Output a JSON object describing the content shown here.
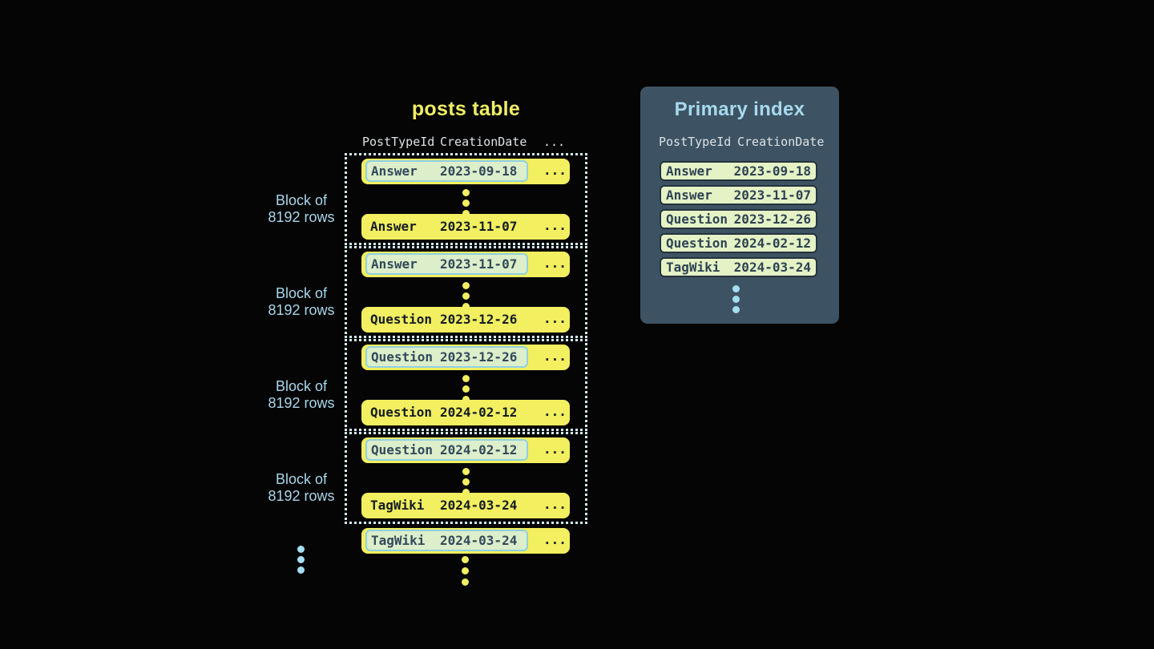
{
  "posts_table": {
    "title": "posts table",
    "headers": {
      "post_type_id": "PostTypeId",
      "creation_date": "CreationDate",
      "more": "..."
    },
    "block_label": {
      "line1": "Block of",
      "line2": "8192 rows"
    },
    "row_ellipsis": "...",
    "blocks": [
      {
        "first_row": {
          "post_type": "Answer",
          "creation_date": "2023-09-18"
        },
        "last_row": {
          "post_type": "Answer",
          "creation_date": "2023-11-07"
        }
      },
      {
        "first_row": {
          "post_type": "Answer",
          "creation_date": "2023-11-07"
        },
        "last_row": {
          "post_type": "Question",
          "creation_date": "2023-12-26"
        }
      },
      {
        "first_row": {
          "post_type": "Question",
          "creation_date": "2023-12-26"
        },
        "last_row": {
          "post_type": "Question",
          "creation_date": "2024-02-12"
        }
      },
      {
        "first_row": {
          "post_type": "Question",
          "creation_date": "2024-02-12"
        },
        "last_row": {
          "post_type": "TagWiki",
          "creation_date": "2024-03-24"
        }
      }
    ],
    "next_block_first_row": {
      "post_type": "TagWiki",
      "creation_date": "2024-03-24"
    }
  },
  "primary_index": {
    "title": "Primary index",
    "headers": {
      "post_type_id": "PostTypeId",
      "creation_date": "CreationDate"
    },
    "rows": [
      {
        "post_type": "Answer",
        "creation_date": "2023-09-18"
      },
      {
        "post_type": "Answer",
        "creation_date": "2023-11-07"
      },
      {
        "post_type": "Question",
        "creation_date": "2023-12-26"
      },
      {
        "post_type": "Question",
        "creation_date": "2024-02-12"
      },
      {
        "post_type": "TagWiki",
        "creation_date": "2024-03-24"
      }
    ]
  },
  "colors": {
    "background": "#050505",
    "row_yellow": "#f2ef60",
    "posts_title_yellow": "#efed66",
    "block_label_blue": "#a9d6ea",
    "dotted_border": "#d4ebf2",
    "highlight_bg": "#dceeca",
    "highlight_border": "#8fd0e3",
    "panel_bg": "#3d5363",
    "panel_title_blue": "#a7d9ee",
    "index_row_bg": "#e4f2c5",
    "index_row_border": "#26323d",
    "header_text": "#dde2e5",
    "blue_dots": "#a5ddf2"
  }
}
